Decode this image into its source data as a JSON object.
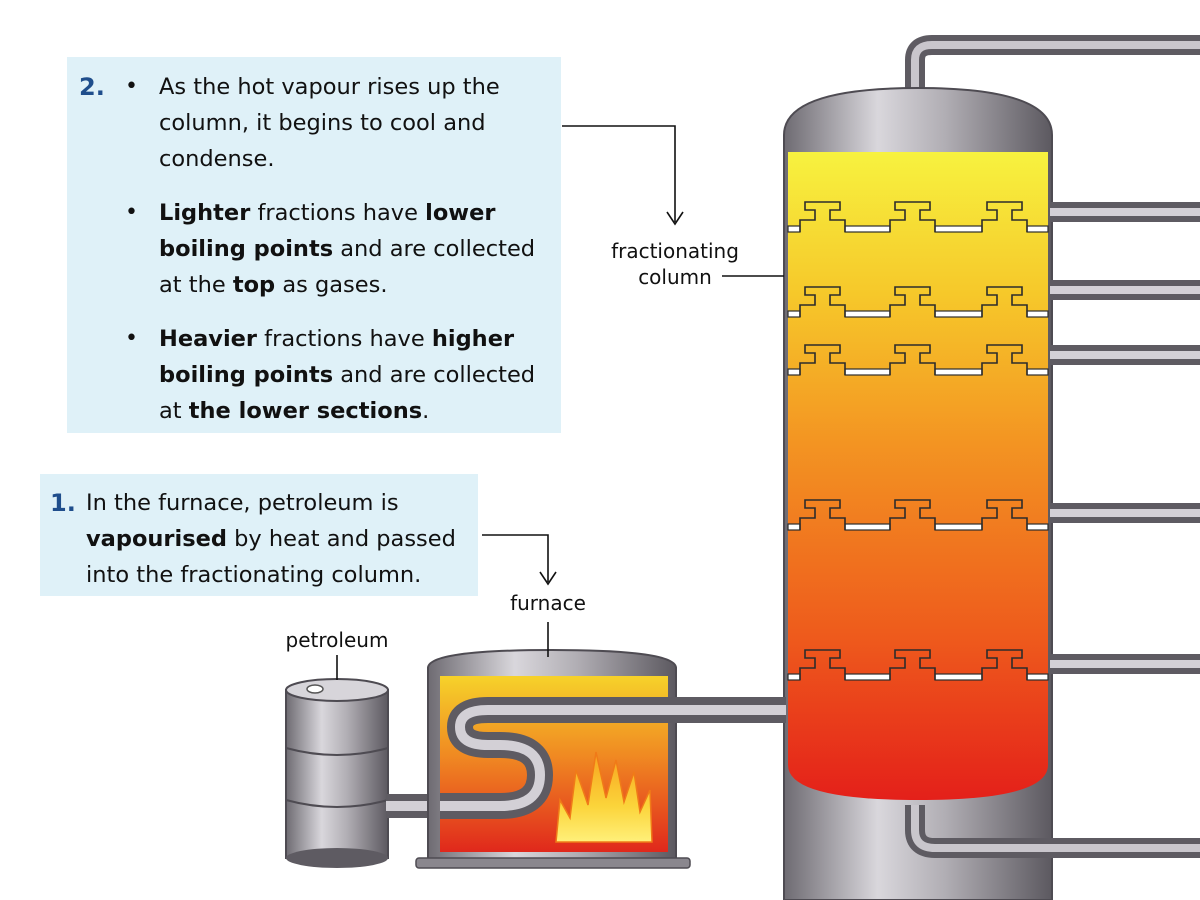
{
  "step2": {
    "number": "2.",
    "bullets": [
      [
        {
          "t": "As the hot vapour rises up the column, it begins to cool and condense.",
          "b": false
        }
      ],
      [
        {
          "t": "Lighter",
          "b": true
        },
        {
          "t": " fractions have ",
          "b": false
        },
        {
          "t": "lower boiling points",
          "b": true
        },
        {
          "t": " and are collected at the ",
          "b": false
        },
        {
          "t": "top",
          "b": true
        },
        {
          "t": " as gases.",
          "b": false
        }
      ],
      [
        {
          "t": "Heavier",
          "b": true
        },
        {
          "t": " fractions have ",
          "b": false
        },
        {
          "t": "higher boiling points",
          "b": true
        },
        {
          "t": " and are collected at ",
          "b": false
        },
        {
          "t": "the lower sections",
          "b": true
        },
        {
          "t": ".",
          "b": false
        }
      ]
    ]
  },
  "step1": {
    "number": "1.",
    "segments": [
      {
        "t": "In the furnace, petroleum is ",
        "b": false
      },
      {
        "t": "vapourised",
        "b": true
      },
      {
        "t": " by heat and passed into the fractionating column.",
        "b": false
      }
    ]
  },
  "labels": {
    "column_line1": "fractionating",
    "column_line2": "column",
    "furnace": "furnace",
    "petroleum": "petroleum"
  },
  "colors": {
    "box_bg": "#dff1f8",
    "step_number": "#1f4e8c",
    "column_top": "#f5f040",
    "column_bottom": "#e8201a",
    "pipe": "#a8a5ac"
  }
}
